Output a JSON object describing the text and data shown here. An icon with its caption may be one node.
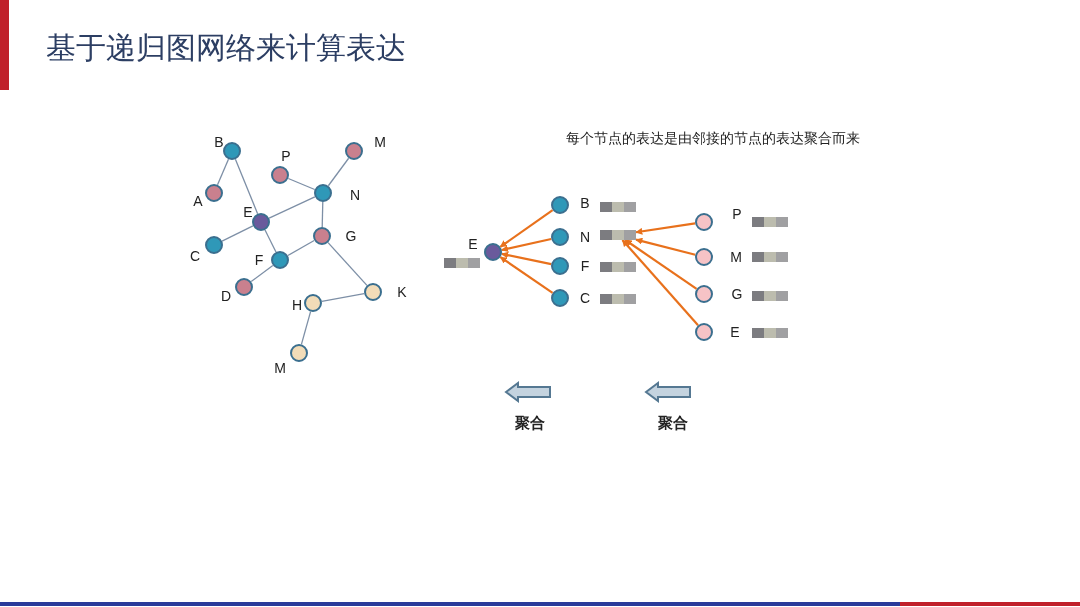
{
  "diagram": {
    "title": "基于递归图网络来计算表达",
    "nodes": [
      {
        "text": [],
        "shape": "circle",
        "beside": [
          "B"
        ]
      },
      {
        "text": [],
        "shape": "circle",
        "beside": [
          "M"
        ]
      },
      {
        "text": [],
        "shape": "circle",
        "beside": [
          "P"
        ]
      },
      {
        "text": [],
        "shape": "circle",
        "beside": [
          "A"
        ]
      },
      {
        "text": [],
        "shape": "circle",
        "beside": [
          "N"
        ]
      },
      {
        "text": [],
        "shape": "circle",
        "beside": [
          "E"
        ]
      },
      {
        "text": [],
        "shape": "circle",
        "beside": [
          "G"
        ]
      },
      {
        "text": [],
        "shape": "circle",
        "beside": [
          "C"
        ]
      },
      {
        "text": [],
        "shape": "circle",
        "beside": [
          "F"
        ]
      },
      {
        "text": [],
        "shape": "circle",
        "beside": [
          "D"
        ]
      },
      {
        "text": [],
        "shape": "circle",
        "beside": [
          "K"
        ]
      },
      {
        "text": [],
        "shape": "circle",
        "beside": [
          "H"
        ]
      },
      {
        "text": [],
        "shape": "circle",
        "beside": [
          "M"
        ]
      },
      {
        "text": [],
        "shape": "circle",
        "beside": [
          "E"
        ]
      },
      {
        "text": [],
        "shape": "circle",
        "beside": [
          "B"
        ]
      },
      {
        "text": [],
        "shape": "circle",
        "beside": [
          "N"
        ]
      },
      {
        "text": [],
        "shape": "bar"
      },
      {
        "text": [],
        "shape": "circle",
        "beside": [
          "F"
        ]
      },
      {
        "text": [],
        "shape": "circle",
        "beside": [
          "C"
        ]
      },
      {
        "text": [],
        "shape": "circle",
        "beside": [
          "P"
        ]
      },
      {
        "text": [],
        "shape": "circle",
        "beside": [
          "M"
        ]
      },
      {
        "text": [],
        "shape": "circle",
        "beside": [
          "G"
        ]
      },
      {
        "text": [],
        "shape": "circle",
        "beside": [
          "E"
        ]
      }
    ],
    "edges": [
      {
        "from": 0,
        "to": 3,
        "arrow": "none"
      },
      {
        "from": 0,
        "to": 5,
        "arrow": "none"
      },
      {
        "from": 2,
        "to": 4,
        "arrow": "none"
      },
      {
        "from": 1,
        "to": 4,
        "arrow": "none"
      },
      {
        "from": 5,
        "to": 4,
        "arrow": "none"
      },
      {
        "from": 4,
        "to": 6,
        "arrow": "none"
      },
      {
        "from": 5,
        "to": 7,
        "arrow": "none"
      },
      {
        "from": 5,
        "to": 8,
        "arrow": "none"
      },
      {
        "from": 8,
        "to": 6,
        "arrow": "none"
      },
      {
        "from": 8,
        "to": 9,
        "arrow": "none"
      },
      {
        "from": 6,
        "to": 10,
        "arrow": "none"
      },
      {
        "from": 10,
        "to": 11,
        "arrow": "none"
      },
      {
        "from": 11,
        "to": 12,
        "arrow": "none"
      },
      {
        "from": 14,
        "to": 13,
        "arrow": "to",
        "color": "#e8711c"
      },
      {
        "from": 15,
        "to": 13,
        "arrow": "to",
        "color": "#e8711c"
      },
      {
        "from": 17,
        "to": 13,
        "arrow": "to",
        "color": "#e8711c"
      },
      {
        "from": 18,
        "to": 13,
        "arrow": "to",
        "color": "#e8711c"
      },
      {
        "from": 19,
        "to": 16,
        "arrow": "to",
        "color": "#e8711c"
      },
      {
        "from": 20,
        "to": 16,
        "arrow": "to",
        "color": "#e8711c"
      },
      {
        "from": 21,
        "to": 16,
        "arrow": "to",
        "color": "#e8711c"
      },
      {
        "from": 22,
        "to": 16,
        "arrow": "to",
        "color": "#e8711c"
      }
    ],
    "labels": [
      "每个节点的表达是由邻接的节点的表达聚合而来",
      "聚合",
      "聚合"
    ]
  }
}
